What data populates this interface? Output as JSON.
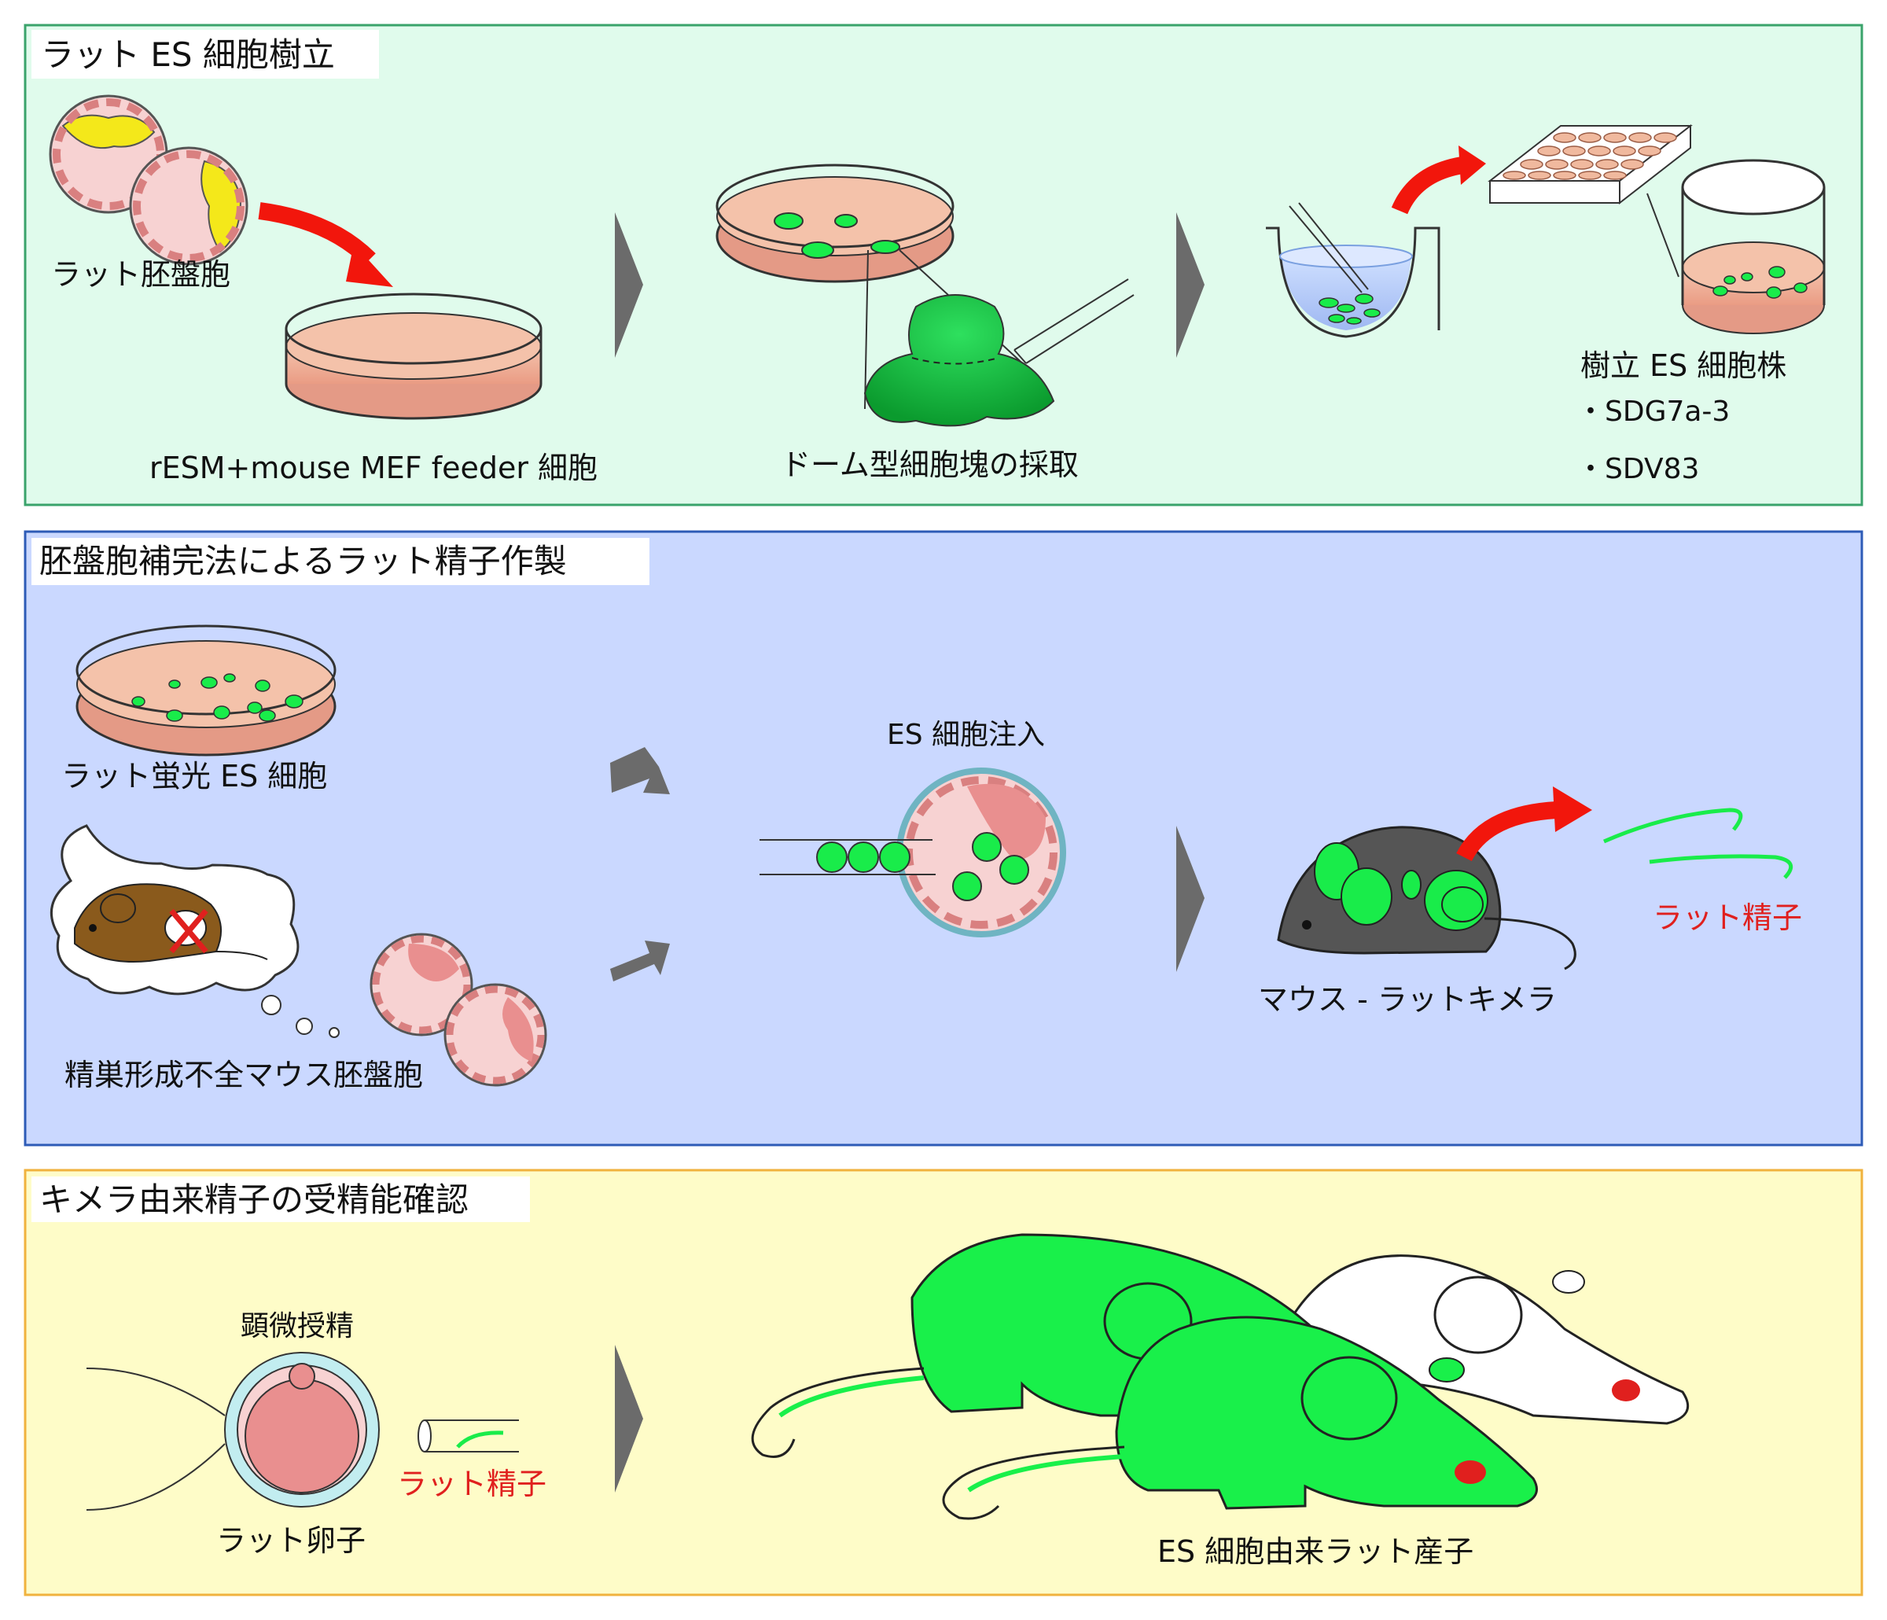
{
  "panels": {
    "p1": {
      "title": "ラット ES 細胞樹立",
      "bg": "#e0fbec",
      "border": "#3aa36b"
    },
    "p2": {
      "title": "胚盤胞補完法によるラット精子作製",
      "bg": "#cad8ff",
      "border": "#2d5bb7"
    },
    "p3": {
      "title": "キメラ由来精子の受精能確認",
      "bg": "#fefcc8",
      "border": "#f0b23e"
    }
  },
  "labels": {
    "rat_blastocyst": "ラット胚盤胞",
    "feeder": "rESM+mouse MEF feeder 細胞",
    "dome_pick": "ドーム型細胞塊の採取",
    "established_lines": "樹立 ES 細胞株",
    "line1": "・SDG7a-3",
    "line2": "・SDV83",
    "fluorescent_es": "ラット蛍光 ES 細胞",
    "es_injection": "ES 細胞注入",
    "mouse_blastocyst": "精巣形成不全マウス胚盤胞",
    "chimera": "マウス - ラットキメラ",
    "rat_sperm_1": "ラット精子",
    "icsi": "顕微授精",
    "rat_sperm_2": "ラット精子",
    "rat_oocyte": "ラット卵子",
    "offspring": "ES 細胞由来ラット産子"
  },
  "colors": {
    "green_cell": "#19ec4a",
    "red_arrow": "#f2160c",
    "gray_arrow": "#6b6b6b",
    "dish_pink": "#f2b49a",
    "blastocyst_pink": "#f6c8c8",
    "blastocyst_dark": "#e98f8f",
    "chimera_gray": "#555555",
    "mouse_brown": "#8a5a1c",
    "rat_green": "#19f04a"
  }
}
